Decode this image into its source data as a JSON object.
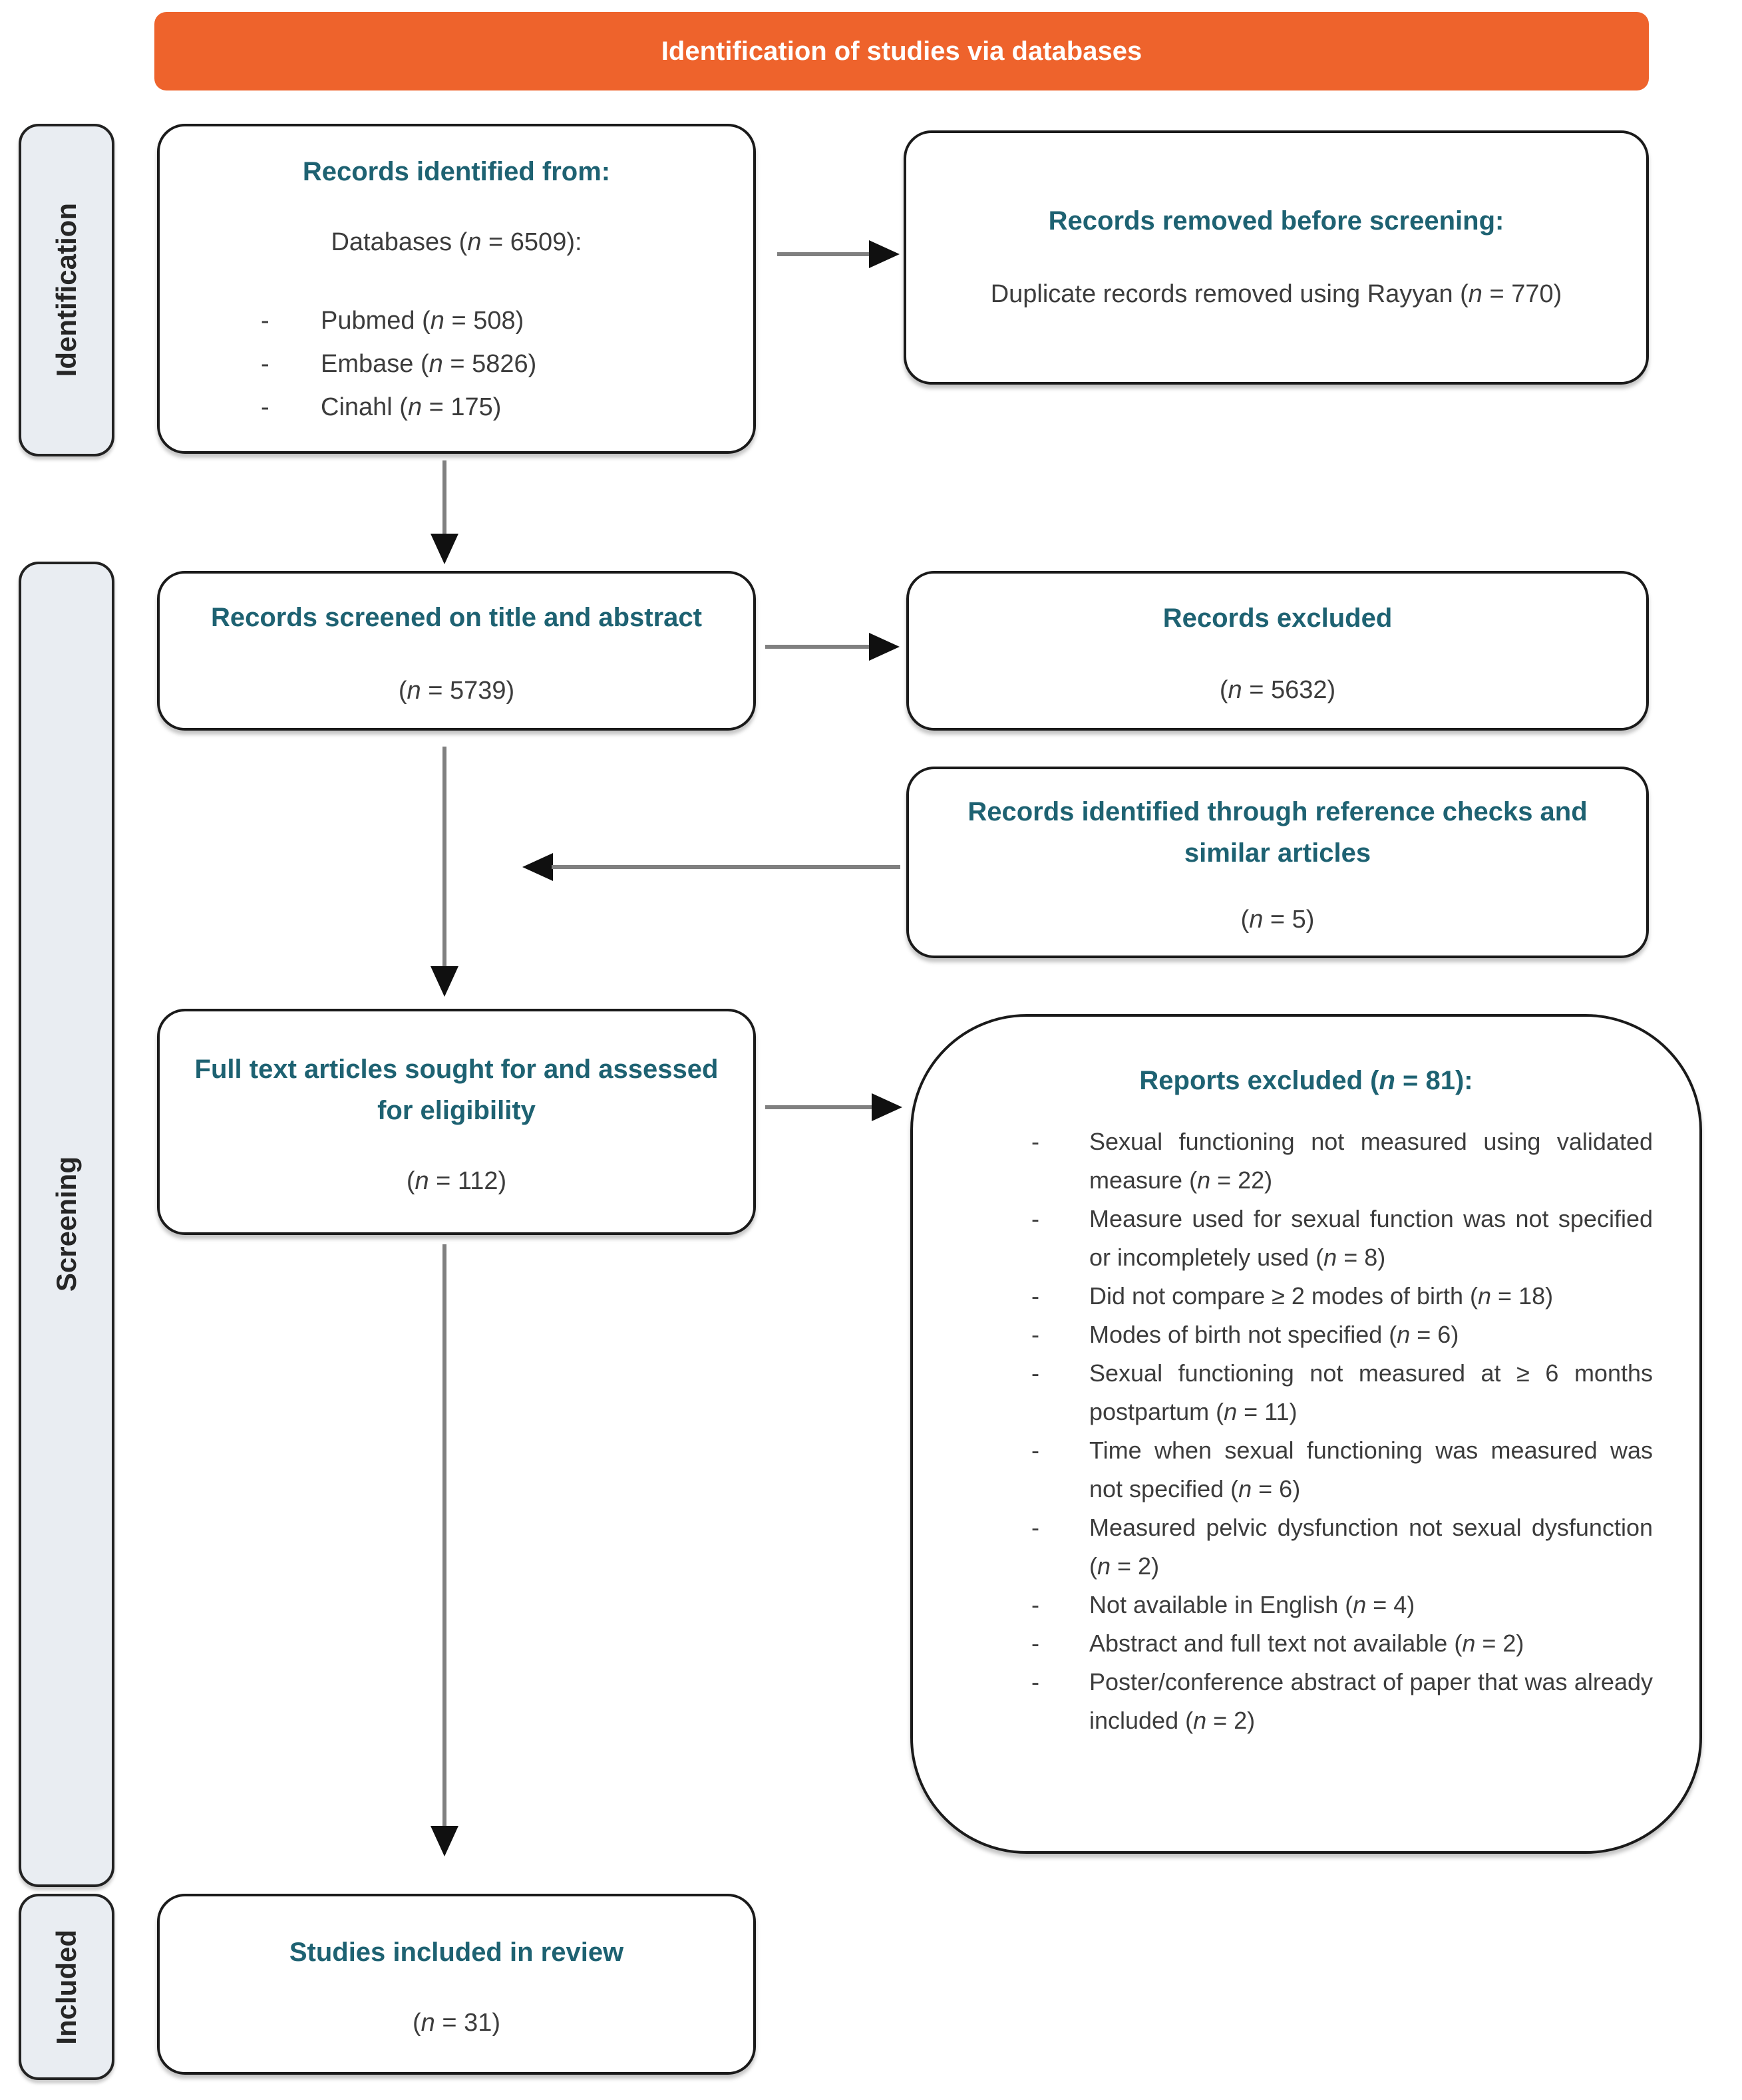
{
  "banner": {
    "label": "Identification of studies via databases"
  },
  "colors": {
    "banner_bg": "#EE632C",
    "heading_teal": "#1E6272",
    "body_gray": "#3C3C3C",
    "stage_bg": "#E9EDF2",
    "arrow_line": "#808080",
    "arrow_head": "#101010"
  },
  "stages": {
    "identification": "Identification",
    "screening": "Screening",
    "included": "Included"
  },
  "boxes": {
    "identified": {
      "heading": "Records identified from:",
      "subheading": "Databases (n = 6509):",
      "items": [
        "Pubmed (n = 508)",
        "Embase (n = 5826)",
        "Cinahl (n = 175)"
      ],
      "bullet": "-"
    },
    "removed": {
      "heading": "Records removed before screening:",
      "body": "Duplicate records removed using Rayyan (n = 770)"
    },
    "screened": {
      "heading": "Records screened on title and abstract",
      "count": "(n = 5739)"
    },
    "excluded": {
      "heading": "Records excluded",
      "count": "(n = 5632)"
    },
    "references": {
      "heading": "Records identified through reference checks and similar articles",
      "count": "(n = 5)"
    },
    "fulltext": {
      "heading": "Full text articles sought for and assessed for eligibility",
      "count": "(n = 112)"
    },
    "reports": {
      "heading": "Reports excluded (n = 81):",
      "bullet": "-",
      "items": [
        "Sexual functioning not measured using validated measure (n = 22)",
        "Measure used for sexual function was not specified or incompletely used (n = 8)",
        "Did not compare ≥ 2 modes of birth (n = 18)",
        "Modes of birth not specified (n = 6)",
        "Sexual functioning not measured at ≥ 6 months postpartum (n = 11)",
        "Time when sexual functioning was measured was not specified (n = 6)",
        "Measured pelvic dysfunction not sexual dysfunction (n = 2)",
        "Not available in English (n = 4)",
        "Abstract and full text not available (n = 2)",
        "Poster/conference abstract of paper that was already included (n = 2)"
      ]
    },
    "included_review": {
      "heading": "Studies included in review",
      "count": "(n = 31)"
    }
  }
}
